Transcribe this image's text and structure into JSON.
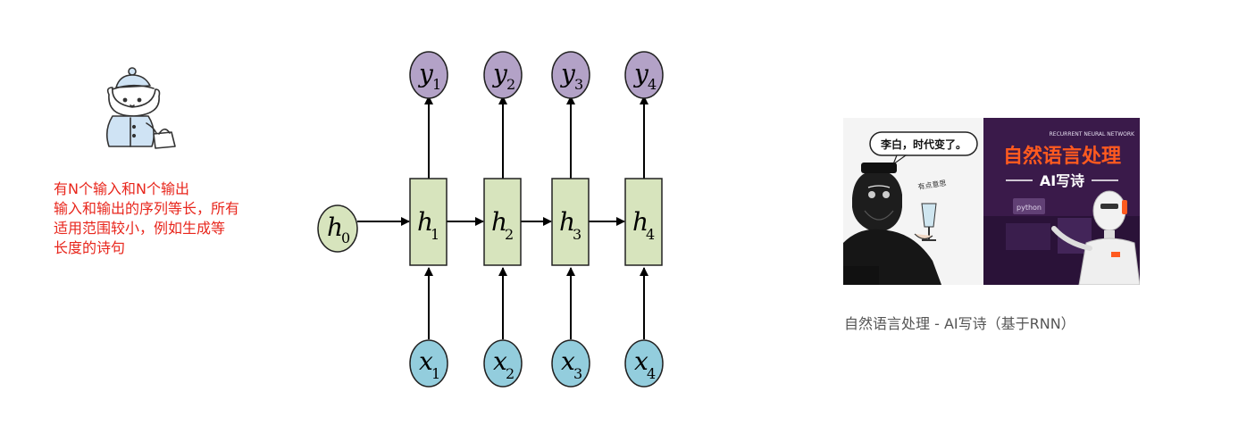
{
  "note": {
    "lines": [
      "有N个输入和N个输出",
      "输入和输出的序列等长，所有",
      "适用范围较小，例如生成等",
      "长度的诗句"
    ]
  },
  "diagram": {
    "initial_state": {
      "letter": "h",
      "sub": "0"
    },
    "steps": [
      {
        "h": "1",
        "x": "1",
        "y": "1"
      },
      {
        "h": "2",
        "x": "2",
        "y": "2"
      },
      {
        "h": "3",
        "x": "3",
        "y": "3"
      },
      {
        "h": "4",
        "x": "4",
        "y": "4"
      }
    ],
    "hidden_letter": "h",
    "input_letter": "x",
    "output_letter": "y",
    "colors": {
      "hidden_fill": "#d7e4bd",
      "initial_fill": "#d7e4bd",
      "input_fill": "#93cddd",
      "output_fill": "#b3a2c7",
      "stroke": "#222222"
    }
  },
  "thumbnail": {
    "left_bubble": "李白，时代变了。",
    "small_tag": "RECURRENT NEURAL NETWORK",
    "main_title": "自然语言处理",
    "sub_title": "AI写诗",
    "sticker": "python",
    "handwriting": "有点意思",
    "colors": {
      "left_bg": "#f4f4f4",
      "right_bg": "#3a1a4a",
      "title": "#ff5a1f"
    }
  },
  "caption": "自然语言处理 - AI写诗（基于RNN）"
}
